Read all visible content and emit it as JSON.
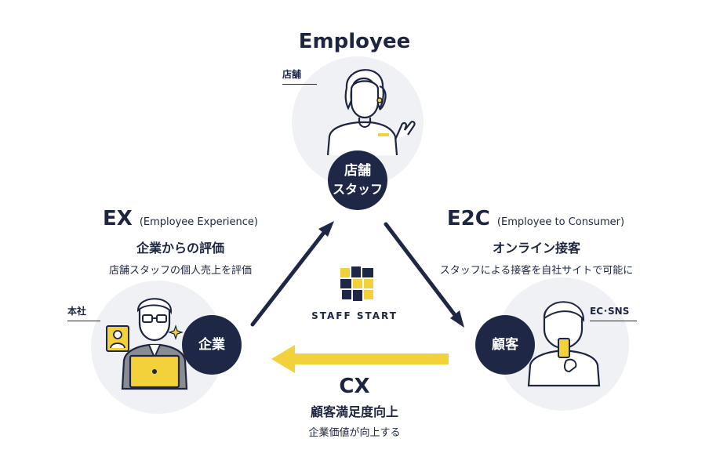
{
  "employee": {
    "title": "Employee",
    "tag": "店舗",
    "node_line1": "店舗",
    "node_line2": "スタッフ"
  },
  "ex": {
    "code": "EX",
    "code_sub": "(Employee Experience)",
    "subtitle": "企業からの評価",
    "desc": "店舗スタッフの個人売上を評価"
  },
  "e2c": {
    "code": "E2C",
    "code_sub": "(Employee to Consumer)",
    "subtitle": "オンライン接客",
    "desc": "スタッフによる接客を自社サイトで可能に"
  },
  "company": {
    "tag": "本社",
    "node": "企業"
  },
  "customer": {
    "tag": "EC･SNS",
    "node": "顧客"
  },
  "cx": {
    "code": "CX",
    "subtitle": "顧客満足度向上",
    "desc": "企業価値が向上する"
  },
  "logo": {
    "text": "STAFF START"
  },
  "colors": {
    "navy": "#1f2746",
    "yellow": "#f2d13a",
    "circle_bg": "#f0f1f4"
  }
}
